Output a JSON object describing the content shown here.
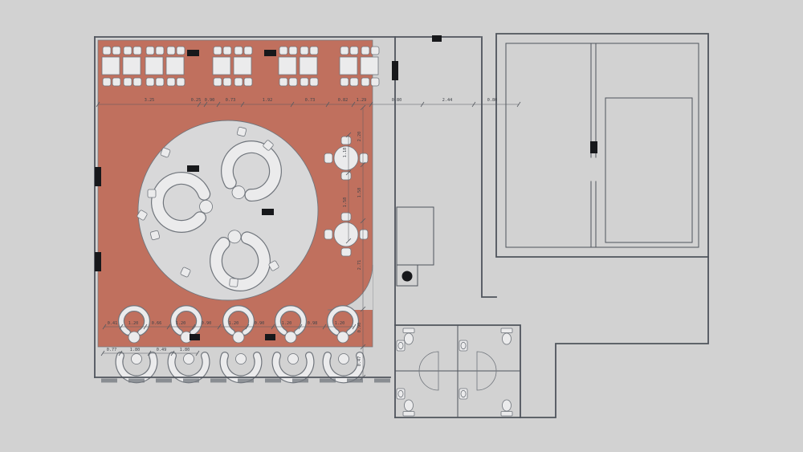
{
  "colors": {
    "background": "#d2d2d2",
    "floor": "#c0705e",
    "platform": "#d8d8d9",
    "line": "#70757c",
    "wall": "#4f545c",
    "furniture": "#ebebec",
    "column": "#17181b",
    "dim": "#565a61",
    "dim_text": "#3f4349"
  },
  "dimensions": {
    "top_chain": [
      "3.25",
      "0.25",
      "0.90",
      "0.73",
      "1.92",
      "0.73",
      "0.82",
      "1.29",
      "0.80",
      "2.44",
      "0.80"
    ],
    "right_chain": [
      "2.20",
      "1.58",
      "2.71",
      "0.90",
      "0.47"
    ],
    "table_spacing_chain": [
      "1.18",
      "1.58"
    ],
    "booth_chain_upper": [
      "0.41",
      "1.20",
      "0.66",
      "1.20",
      "0.90",
      "1.20",
      "0.90",
      "1.20",
      "0.98",
      "1.20"
    ],
    "booth_chain_lower": [
      "0.77",
      "1.80",
      "0.49",
      "1.80"
    ]
  }
}
